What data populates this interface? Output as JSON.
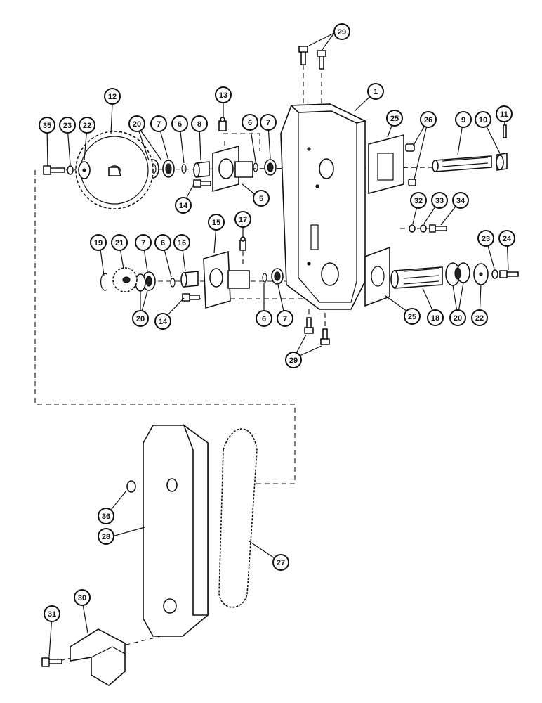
{
  "callouts": [
    {
      "id": "c1",
      "label": "1"
    },
    {
      "id": "c5",
      "label": "5"
    },
    {
      "id": "c6a",
      "label": "6"
    },
    {
      "id": "c6b",
      "label": "6"
    },
    {
      "id": "c6c",
      "label": "6"
    },
    {
      "id": "c6d",
      "label": "6"
    },
    {
      "id": "c7a",
      "label": "7"
    },
    {
      "id": "c7b",
      "label": "7"
    },
    {
      "id": "c7c",
      "label": "7"
    },
    {
      "id": "c7d",
      "label": "7"
    },
    {
      "id": "c8",
      "label": "8"
    },
    {
      "id": "c9",
      "label": "9"
    },
    {
      "id": "c10",
      "label": "10"
    },
    {
      "id": "c11",
      "label": "11"
    },
    {
      "id": "c12",
      "label": "12"
    },
    {
      "id": "c13",
      "label": "13"
    },
    {
      "id": "c14a",
      "label": "14"
    },
    {
      "id": "c14b",
      "label": "14"
    },
    {
      "id": "c15",
      "label": "15"
    },
    {
      "id": "c16",
      "label": "16"
    },
    {
      "id": "c17",
      "label": "17"
    },
    {
      "id": "c18",
      "label": "18"
    },
    {
      "id": "c19",
      "label": "19"
    },
    {
      "id": "c20a",
      "label": "20"
    },
    {
      "id": "c20b",
      "label": "20"
    },
    {
      "id": "c20c",
      "label": "20"
    },
    {
      "id": "c21",
      "label": "21"
    },
    {
      "id": "c22a",
      "label": "22"
    },
    {
      "id": "c22b",
      "label": "22"
    },
    {
      "id": "c23a",
      "label": "23"
    },
    {
      "id": "c23b",
      "label": "23"
    },
    {
      "id": "c24",
      "label": "24"
    },
    {
      "id": "c25a",
      "label": "25"
    },
    {
      "id": "c25b",
      "label": "25"
    },
    {
      "id": "c26",
      "label": "26"
    },
    {
      "id": "c27",
      "label": "27"
    },
    {
      "id": "c28",
      "label": "28"
    },
    {
      "id": "c29a",
      "label": "29"
    },
    {
      "id": "c29b",
      "label": "29"
    },
    {
      "id": "c30",
      "label": "30"
    },
    {
      "id": "c31",
      "label": "31"
    },
    {
      "id": "c32",
      "label": "32"
    },
    {
      "id": "c33",
      "label": "33"
    },
    {
      "id": "c34",
      "label": "34"
    },
    {
      "id": "c35",
      "label": "35"
    },
    {
      "id": "c36",
      "label": "36"
    }
  ]
}
